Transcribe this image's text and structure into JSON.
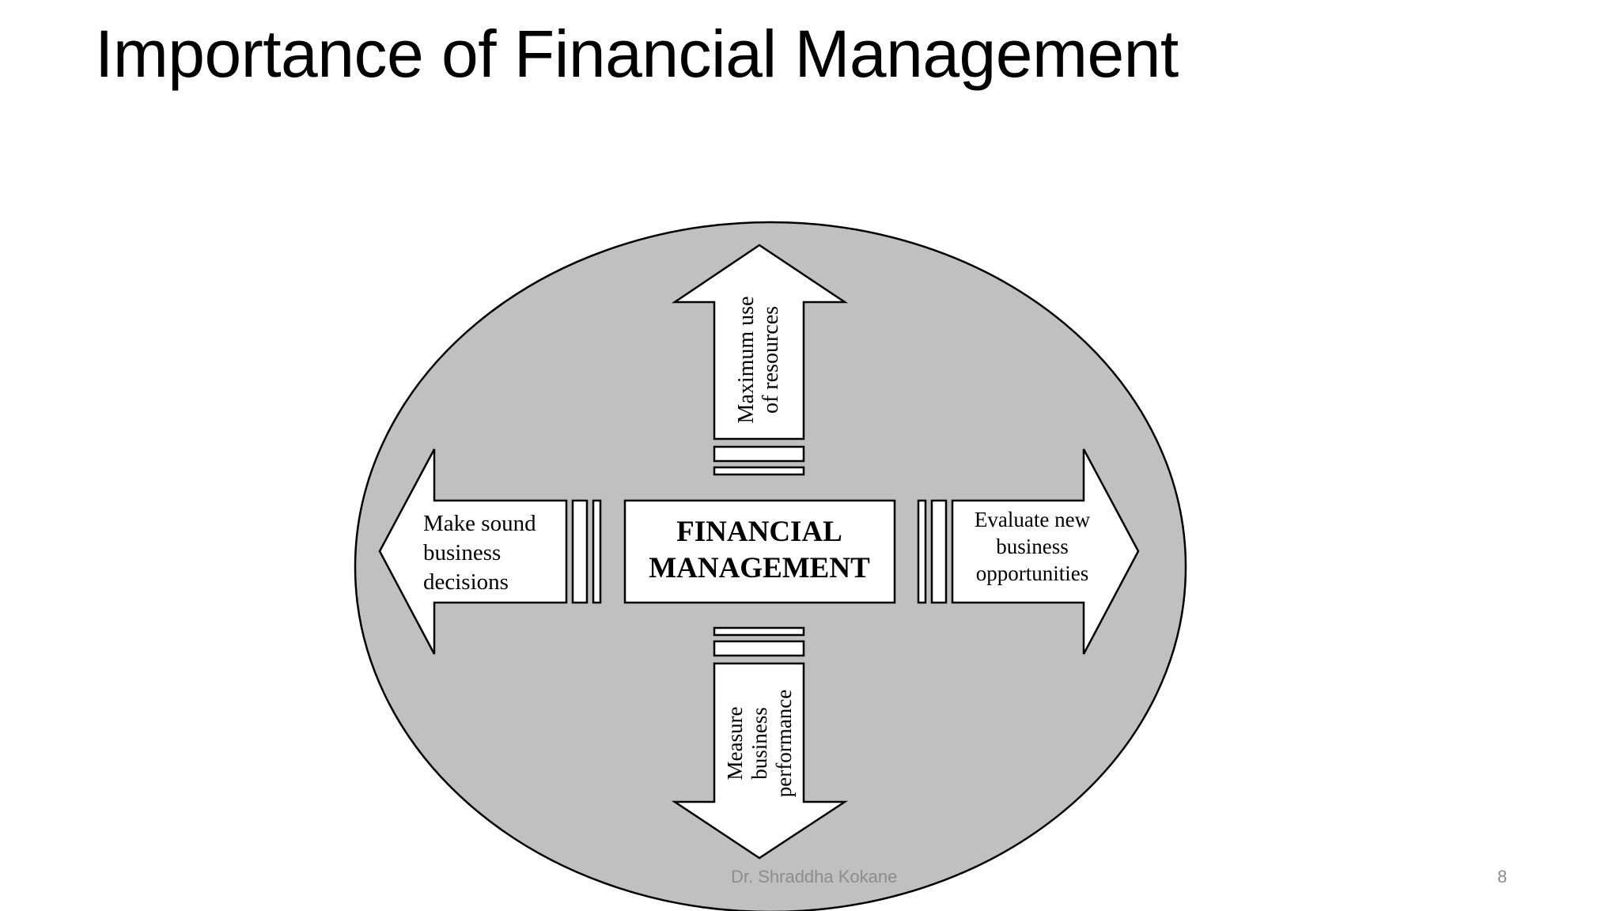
{
  "slide": {
    "title": "Importance of Financial Management",
    "footer_author": "Dr. Shraddha Kokane",
    "page_number": "8"
  },
  "diagram": {
    "center": {
      "line1": "FINANCIAL",
      "line2": "MANAGEMENT"
    },
    "up_arrow": {
      "line1": "Maximum use",
      "line2": "of resources"
    },
    "left_arrow": {
      "line1": "Make sound",
      "line2": "business",
      "line3": "decisions"
    },
    "right_arrow": {
      "line1": "Evaluate new",
      "line2": "business",
      "line3": "opportunities"
    },
    "down_arrow": {
      "line1": "Measure",
      "line2": "business",
      "line3": "performance"
    },
    "colors": {
      "ellipse_fill": "#c0c0c0",
      "shape_fill": "#ffffff",
      "stroke": "#000000"
    }
  }
}
